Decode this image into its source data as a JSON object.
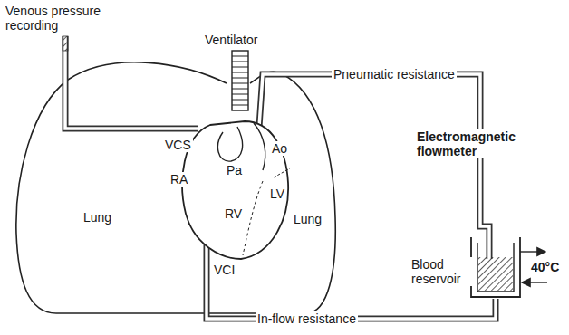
{
  "diagram": {
    "labels": [
      "Venous pressure recording",
      "Ventilator",
      "Pneumatic resistance",
      "VCS",
      "Ao",
      "RA",
      "Pa",
      "LV",
      "Lung",
      "Lung",
      "RV",
      "VCI",
      "Electromagnetic flowmeter",
      "Blood reservoir",
      "40°C",
      "In-flow resistance"
    ]
  }
}
